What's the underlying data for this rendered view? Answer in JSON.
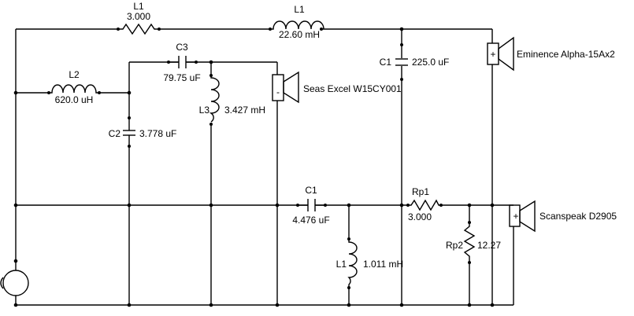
{
  "components": {
    "l1_series": {
      "ref": "L1",
      "value": "3.000"
    },
    "l1_main": {
      "ref": "L1",
      "value": "22.60 mH"
    },
    "c1_top": {
      "ref": "C1",
      "value": "225.0 uF"
    },
    "l2": {
      "ref": "L2",
      "value": "620.0 uH"
    },
    "c3": {
      "ref": "C3",
      "value": "79.75 uF"
    },
    "l3": {
      "ref": "L3",
      "value": "3.427 mH"
    },
    "c2": {
      "ref": "C2",
      "value": "3.778 uF"
    },
    "c1_bottom": {
      "ref": "C1",
      "value": "4.476 uF"
    },
    "rp1": {
      "ref": "Rp1",
      "value": "3.000"
    },
    "rp2": {
      "ref": "Rp2",
      "value": "12.27"
    },
    "l1_bottom": {
      "ref": "L1",
      "value": "1.011 mH"
    }
  },
  "speakers": {
    "woofer": {
      "name": "Eminence Alpha-15Ax2",
      "plus": "+"
    },
    "mid": {
      "name": "Seas Excel W15CY001",
      "minus": "-"
    },
    "tweeter": {
      "name": "Scanspeak D2905",
      "plus": "+"
    }
  }
}
